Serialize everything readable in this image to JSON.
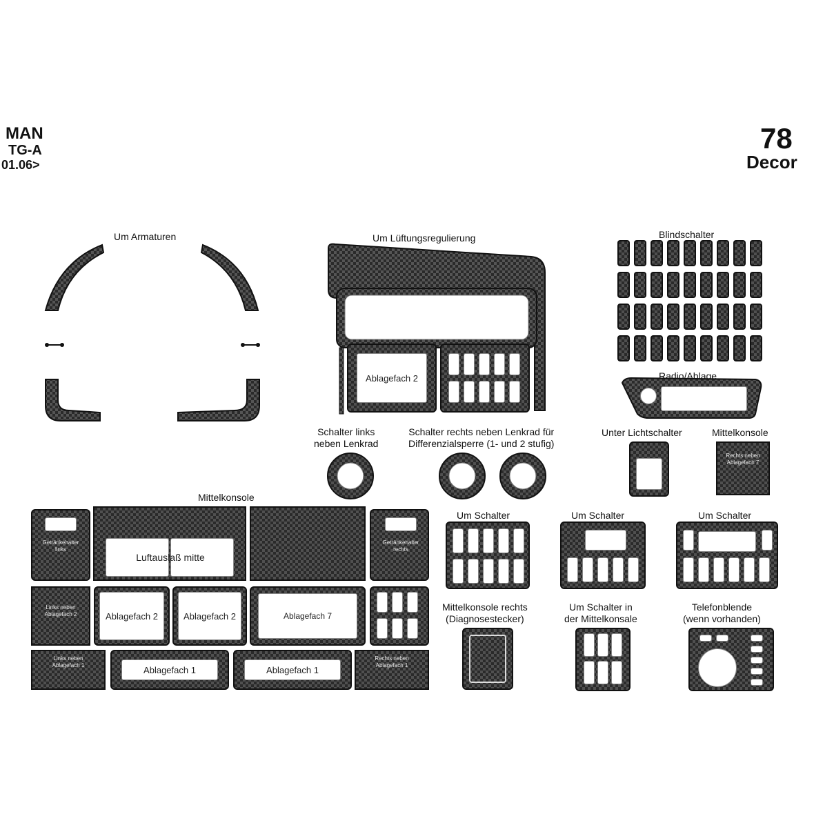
{
  "header": {
    "brand": "MAN",
    "model": "TG-A",
    "date": "01.06>",
    "number": "78",
    "style": "Decor"
  },
  "labels": {
    "um_armaturen": "Um Armaturen",
    "um_lueftung": "Um Lüftungsregulierung",
    "blindschalter": "Blindschalter",
    "radio_ablage": "Radio/Ablage",
    "schalter_links_1": "Schalter links",
    "schalter_links_2": "neben Lenkrad",
    "schalter_rechts_1": "Schalter rechts neben Lenkrad für",
    "schalter_rechts_2": "Differenzialsperre (1- und 2 stufig)",
    "unter_licht": "Unter Lichtschalter",
    "mittelkonsole_small": "Mittelkonsole",
    "mittelkonsole": "Mittelkonsole",
    "um_schalter_1": "Um Schalter",
    "um_schalter_2": "Um Schalter",
    "um_schalter_3": "Um Schalter",
    "mk_rechts_1": "Mittelkonsole rechts",
    "mk_rechts_2": "(Diagnosestecker)",
    "um_schalter_mk_1": "Um Schalter in",
    "um_schalter_mk_2": "der Mittelkonsale",
    "telefon_1": "Telefonblende",
    "telefon_2": "(wenn vorhanden)"
  },
  "windows": {
    "ablagefach_2_top": "Ablagefach 2",
    "luftauslass": "Luftauslaß mitte",
    "ablagefach_2_a": "Ablagefach 2",
    "ablagefach_2_b": "Ablagefach 2",
    "ablagefach_7": "Ablagefach 7",
    "ablagefach_1_a": "Ablagefach 1",
    "ablagefach_1_b": "Ablagefach 1"
  },
  "part_texts": {
    "rechts_neben_ablagefach_7": "Rechts neben Ablagefach 7",
    "getraenkehalter_links": "Getränke­halter links",
    "getraenkehalter_rechts": "Getränke­halter rechts",
    "links_neben_ablagefach_2": "Links neben Ablagefach 2",
    "links_neben_ablagefach_1": "Links neben Ablagefach 1",
    "rechts_neben_ablagefach_1": "Rechts neben Ablagefach 1"
  }
}
